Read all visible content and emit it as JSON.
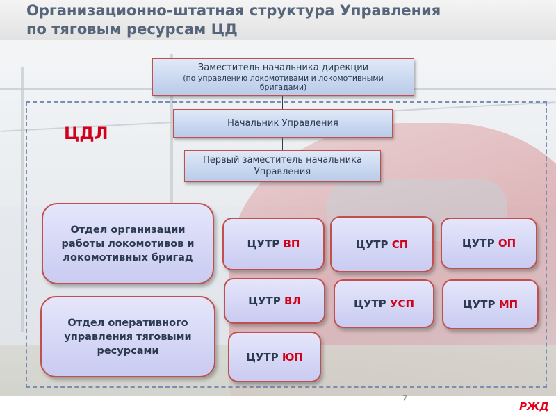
{
  "header": {
    "title_line1": "Организационно-штатная структура Управления",
    "title_line2": "по тяговым ресурсам ЦД"
  },
  "org": {
    "top": {
      "title": "Заместитель начальника дирекции",
      "subtitle": "(по управлению локомотивами и локомотивными бригадами)"
    },
    "group_label": "ЦДЛ",
    "head": "Начальник Управления",
    "first_deputy": "Первый заместитель начальника Управления",
    "departments": [
      "Отдел организации работы локомотивов и локомотивных бригад",
      "Отдел оперативного управления тяговыми ресурсами"
    ],
    "units": [
      {
        "prefix": "ЦУТР",
        "suffix": "ВП"
      },
      {
        "prefix": "ЦУТР",
        "suffix": "СП"
      },
      {
        "prefix": "ЦУТР",
        "suffix": "ОП"
      },
      {
        "prefix": "ЦУТР",
        "suffix": "ВЛ"
      },
      {
        "prefix": "ЦУТР",
        "suffix": "УСП"
      },
      {
        "prefix": "ЦУТР",
        "suffix": "МП"
      },
      {
        "prefix": "ЦУТР",
        "suffix": "ЮП"
      }
    ]
  },
  "footer": {
    "page_number": "7",
    "logo": "РЖД",
    "logo_color": "#e2001a"
  },
  "colors": {
    "title": "#56657a",
    "accent_red": "#d0021b",
    "frame_dash": "#7a8db3"
  }
}
